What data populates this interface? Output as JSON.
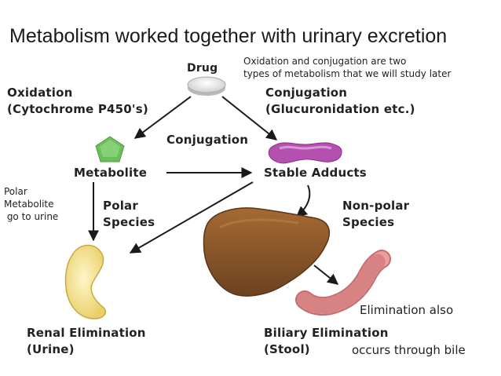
{
  "title": "Metabolism worked together with urinary excretion",
  "notes": {
    "top": [
      "Oxidation and conjugation are two",
      "types of metabolism that we will study later"
    ],
    "polar_left": [
      "Polar",
      "Metabolite",
      " go to urine"
    ],
    "elimination_a": "Elimination also",
    "elimination_b": "occurs through bile"
  },
  "labels": {
    "drug": "Drug",
    "oxidation": [
      "Oxidation",
      "(Cytochrome P450's)"
    ],
    "conjugation_right": [
      "Conjugation",
      "(Glucuronidation etc.)"
    ],
    "conjugation_mid": "Conjugation",
    "metabolite": "Metabolite",
    "stable_adducts": "Stable Adducts",
    "polar_species": [
      "Polar",
      "Species"
    ],
    "nonpolar_species": [
      "Non-polar",
      "Species"
    ],
    "renal": [
      "Renal Elimination",
      "(Urine)"
    ],
    "biliary": [
      "Biliary Elimination",
      "(Stool)"
    ]
  },
  "colors": {
    "pill": "#e9e9e9",
    "metabolite": "#7dc86e",
    "adduct": "#b04cac",
    "liver": "#8a5a2b",
    "kidney": "#f6e08c",
    "intestine": "#e89a9a",
    "arrow": "#1a1a1a"
  },
  "icons": [
    "pill-icon",
    "pentagon-icon",
    "adduct-icon",
    "liver-icon",
    "kidney-icon",
    "intestine-icon"
  ]
}
